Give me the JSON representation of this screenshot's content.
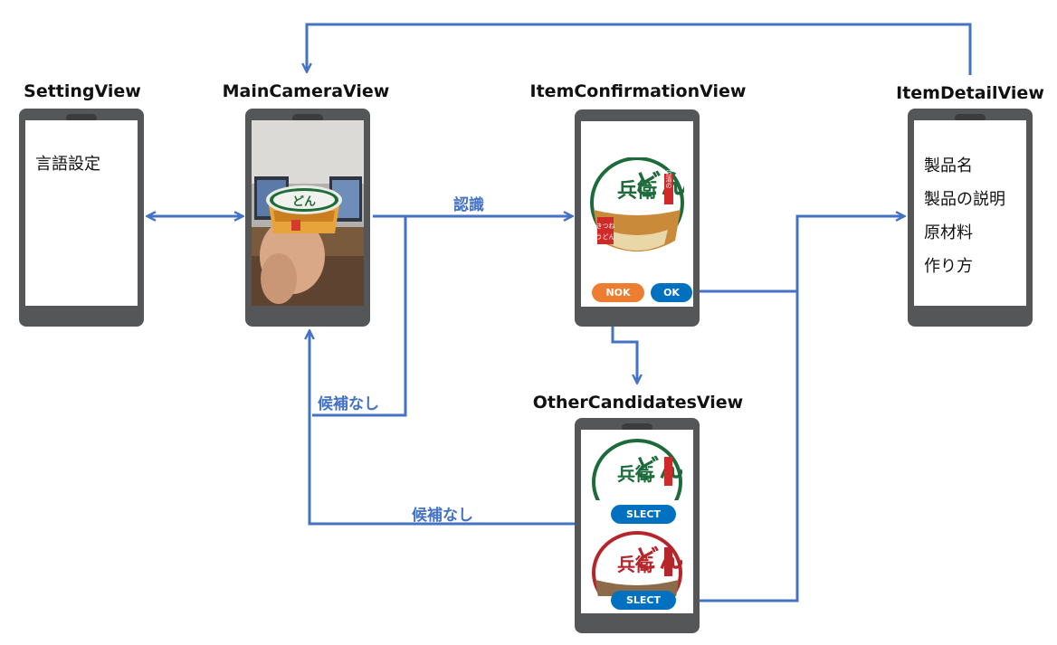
{
  "colors": {
    "connector": "#4472c4",
    "phone_body": "#555657",
    "nok_button": "#ed7d31",
    "ok_button": "#0070c0",
    "select_button": "#0070c0"
  },
  "views": {
    "setting": {
      "title": "SettingView",
      "items": [
        "言語設定"
      ]
    },
    "main_camera": {
      "title": "MainCameraView"
    },
    "item_confirmation": {
      "title": "ItemConfirmationView",
      "nok_label": "NOK",
      "ok_label": "OK"
    },
    "item_detail": {
      "title": "ItemDetailView",
      "items": [
        "製品名",
        "製品の説明",
        "原材料",
        "作り方"
      ]
    },
    "other_candidates": {
      "title": "OtherCandidatesView",
      "select_label_1": "SLECT",
      "select_label_2": "SLECT"
    }
  },
  "product_art": {
    "brand": "どん",
    "maker": "日清の",
    "variant": "きつね",
    "variant2": "うどん",
    "box_text": "兵衛"
  },
  "flow_labels": {
    "recognize": "認識",
    "no_candidate_1": "候補なし",
    "no_candidate_2": "候補なし"
  }
}
